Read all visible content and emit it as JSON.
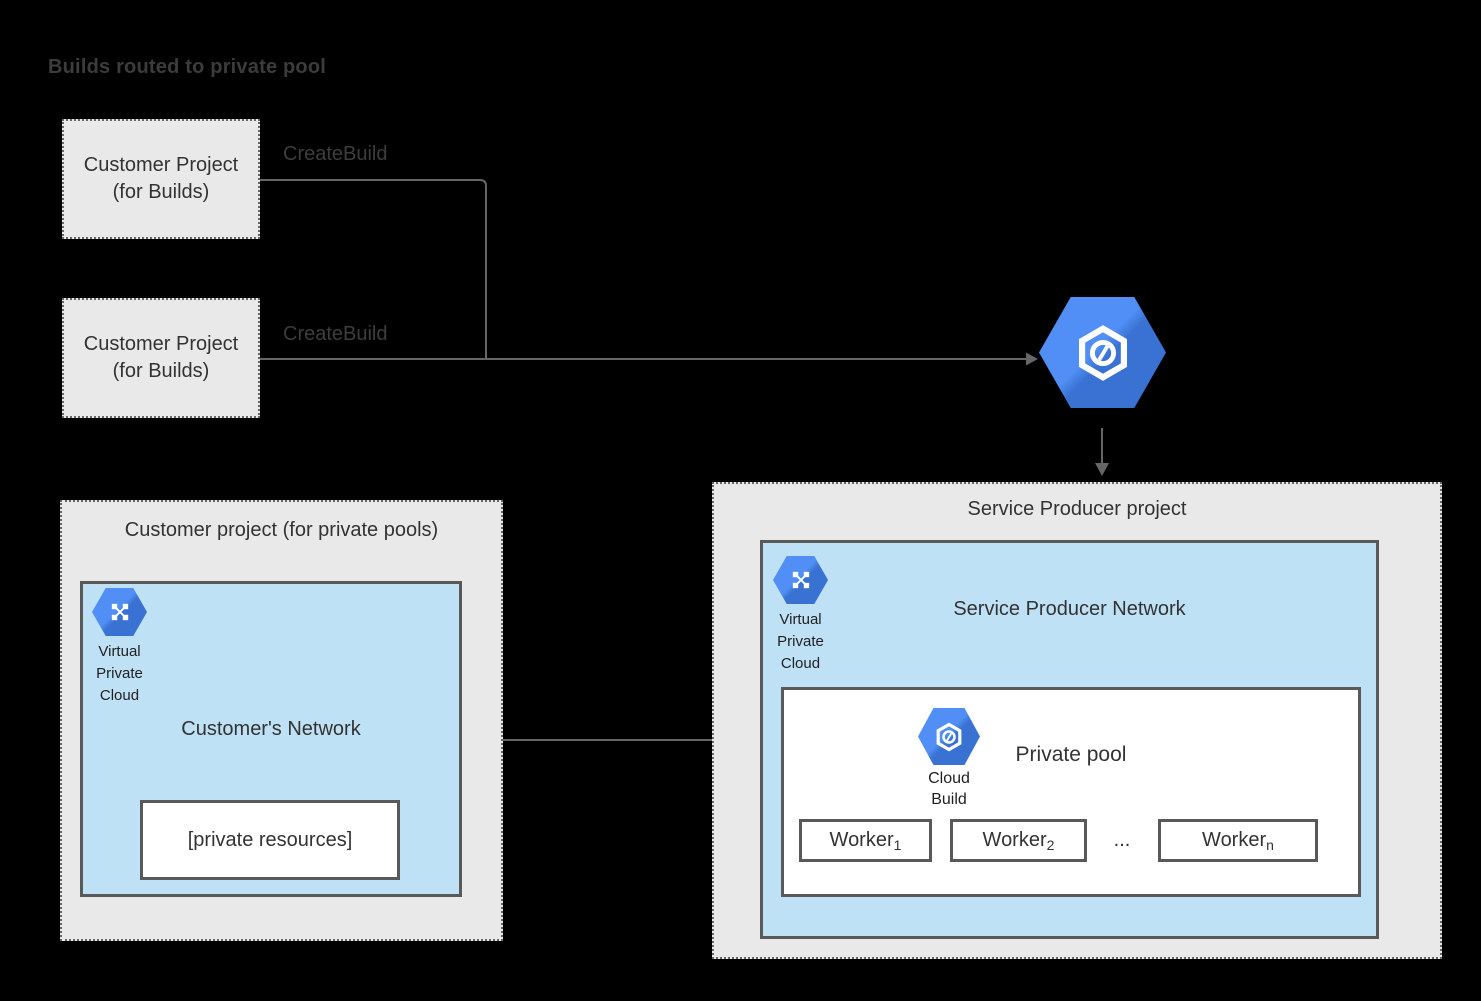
{
  "diagram_title": "Builds routed to private pool",
  "palette": {
    "background": "#000000",
    "project_box_fill": "#e9e9e9",
    "network_fill": "#bfe1f5",
    "solid_border": "#595959",
    "dotted_border": "#666666",
    "connector": "#666666",
    "icon_blue": "#4285f4",
    "text": "#333333"
  },
  "build_projects": [
    {
      "label": "Customer Project\n(for Builds)",
      "action": "CreateBuild"
    },
    {
      "label": "Customer Project\n(for Builds)",
      "action": "CreateBuild"
    }
  ],
  "customer_pool_project": {
    "title": "Customer project (for private pools)",
    "vpc_icon_label": "Virtual\nPrivate\nCloud",
    "network_title": "Customer's Network",
    "private_resources_label": "[private resources]"
  },
  "service_producer_project": {
    "title": "Service Producer project",
    "vpc_icon_label": "Virtual\nPrivate\nCloud",
    "network_title": "Service Producer Network",
    "private_pool": {
      "title": "Private pool",
      "cloud_build_icon_label": "Cloud\nBuild",
      "workers": [
        {
          "name": "Worker",
          "subscript": "1"
        },
        {
          "name": "Worker",
          "subscript": "2"
        },
        {
          "name": "Worker",
          "subscript": "n"
        }
      ],
      "ellipsis": "..."
    }
  }
}
